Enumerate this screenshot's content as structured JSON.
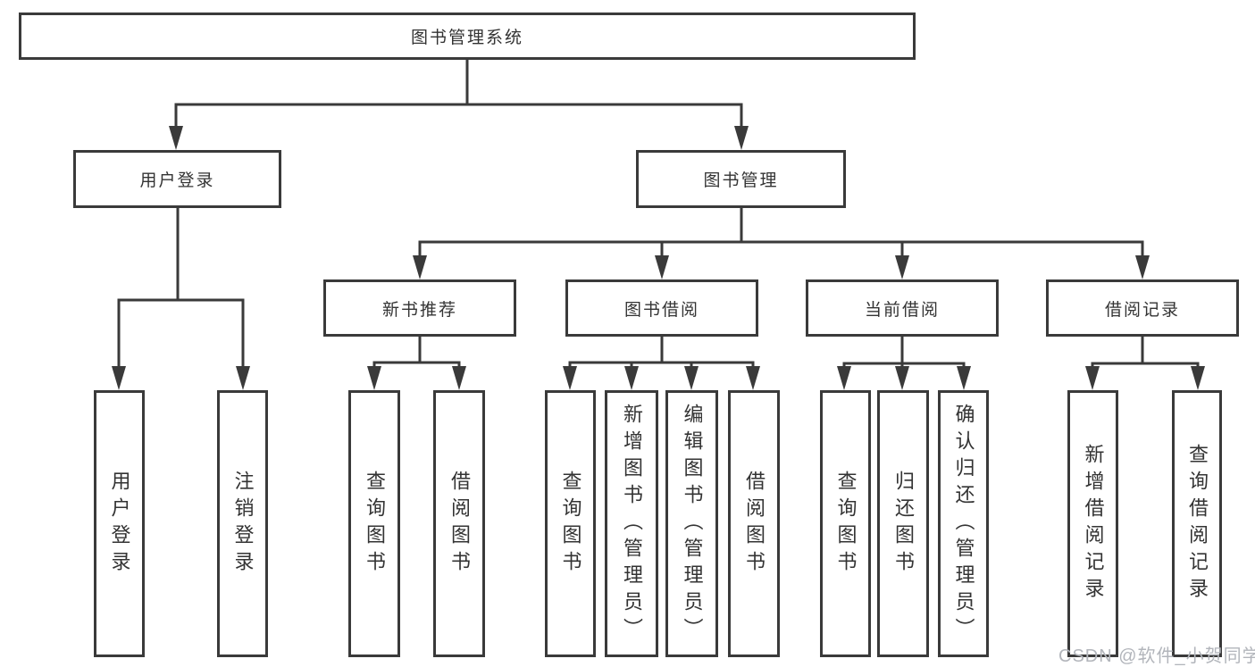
{
  "tree": {
    "root": {
      "label": "图书管理系统"
    },
    "branches": [
      {
        "label": "用户登录",
        "children": [
          {
            "label": "用户登录"
          },
          {
            "label": "注销登录"
          }
        ]
      },
      {
        "label": "图书管理",
        "groups": [
          {
            "label": "新书推荐",
            "children": [
              {
                "label": "查询图书"
              },
              {
                "label": "借阅图书"
              }
            ]
          },
          {
            "label": "图书借阅",
            "children": [
              {
                "label": "查询图书"
              },
              {
                "label": "新增图书（管理员）"
              },
              {
                "label": "编辑图书（管理员）"
              },
              {
                "label": "借阅图书"
              }
            ]
          },
          {
            "label": "当前借阅",
            "children": [
              {
                "label": "查询图书"
              },
              {
                "label": "归还图书"
              },
              {
                "label": "确认归还（管理员）"
              }
            ]
          },
          {
            "label": "借阅记录",
            "children": [
              {
                "label": "新增借阅记录"
              },
              {
                "label": "查询借阅记录"
              }
            ]
          }
        ]
      }
    ]
  },
  "watermark": {
    "text": "CSDN @软件_小贺同学"
  },
  "colors": {
    "line": "#3a3a3a",
    "text": "#333333",
    "watermark": "#b2b5bb",
    "background": "#ffffff"
  }
}
